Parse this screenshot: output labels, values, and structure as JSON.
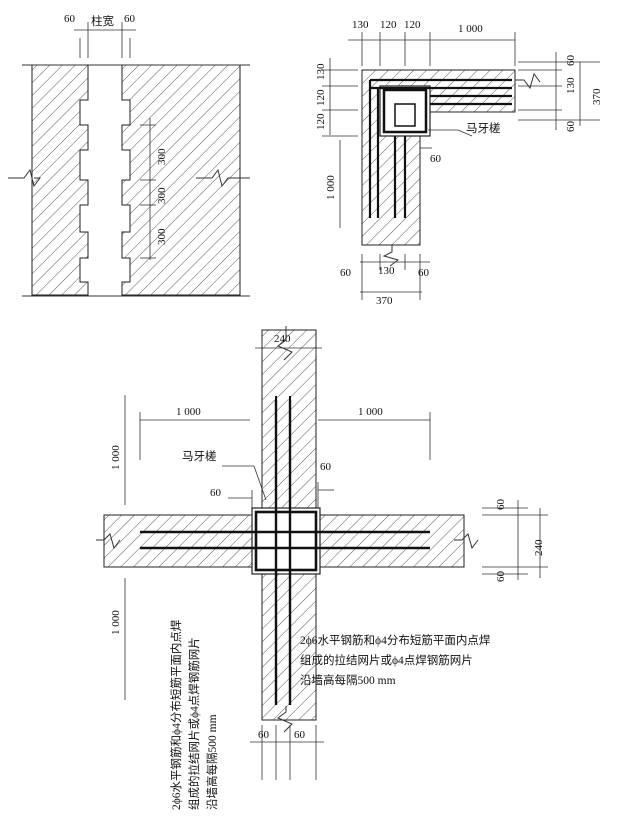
{
  "fig_a": {
    "dim_left": "60",
    "dim_col": "柱宽",
    "dim_right": "60",
    "step1": "300",
    "step2": "300",
    "step3": "300"
  },
  "fig_b": {
    "top": [
      "130",
      "120",
      "120",
      "1 000"
    ],
    "left": [
      "130",
      "120",
      "120"
    ],
    "right": [
      "60",
      "130",
      "60"
    ],
    "right_total": "370",
    "left_long": "1 000",
    "label": "马牙槎",
    "inner_60": "60",
    "bottom": [
      "60",
      "130",
      "60"
    ],
    "bottom_total": "370"
  },
  "fig_c": {
    "top_width": "240",
    "left_len": "1 000",
    "right_len": "1 000",
    "upper_vert": "1 000",
    "lower_vert": "1 000",
    "label": "马牙槎",
    "d60_right": "60",
    "d60_left": "60",
    "right_dims": [
      "60",
      "240",
      "60"
    ],
    "bottom_dims": [
      "60",
      "60"
    ],
    "note_h": [
      "2ϕ6水平钢筋和ϕ4分布短筋平面内点焊",
      "组成的拉结网片或ϕ4点焊钢筋网片",
      "沿墙高每隔500 mm"
    ],
    "note_v": [
      "2ϕ6水平钢筋和ϕ4分布短筋平面内点焊",
      "组成的拉结网片或ϕ4点焊钢筋网片",
      "沿墙高每隔500 mm"
    ]
  }
}
